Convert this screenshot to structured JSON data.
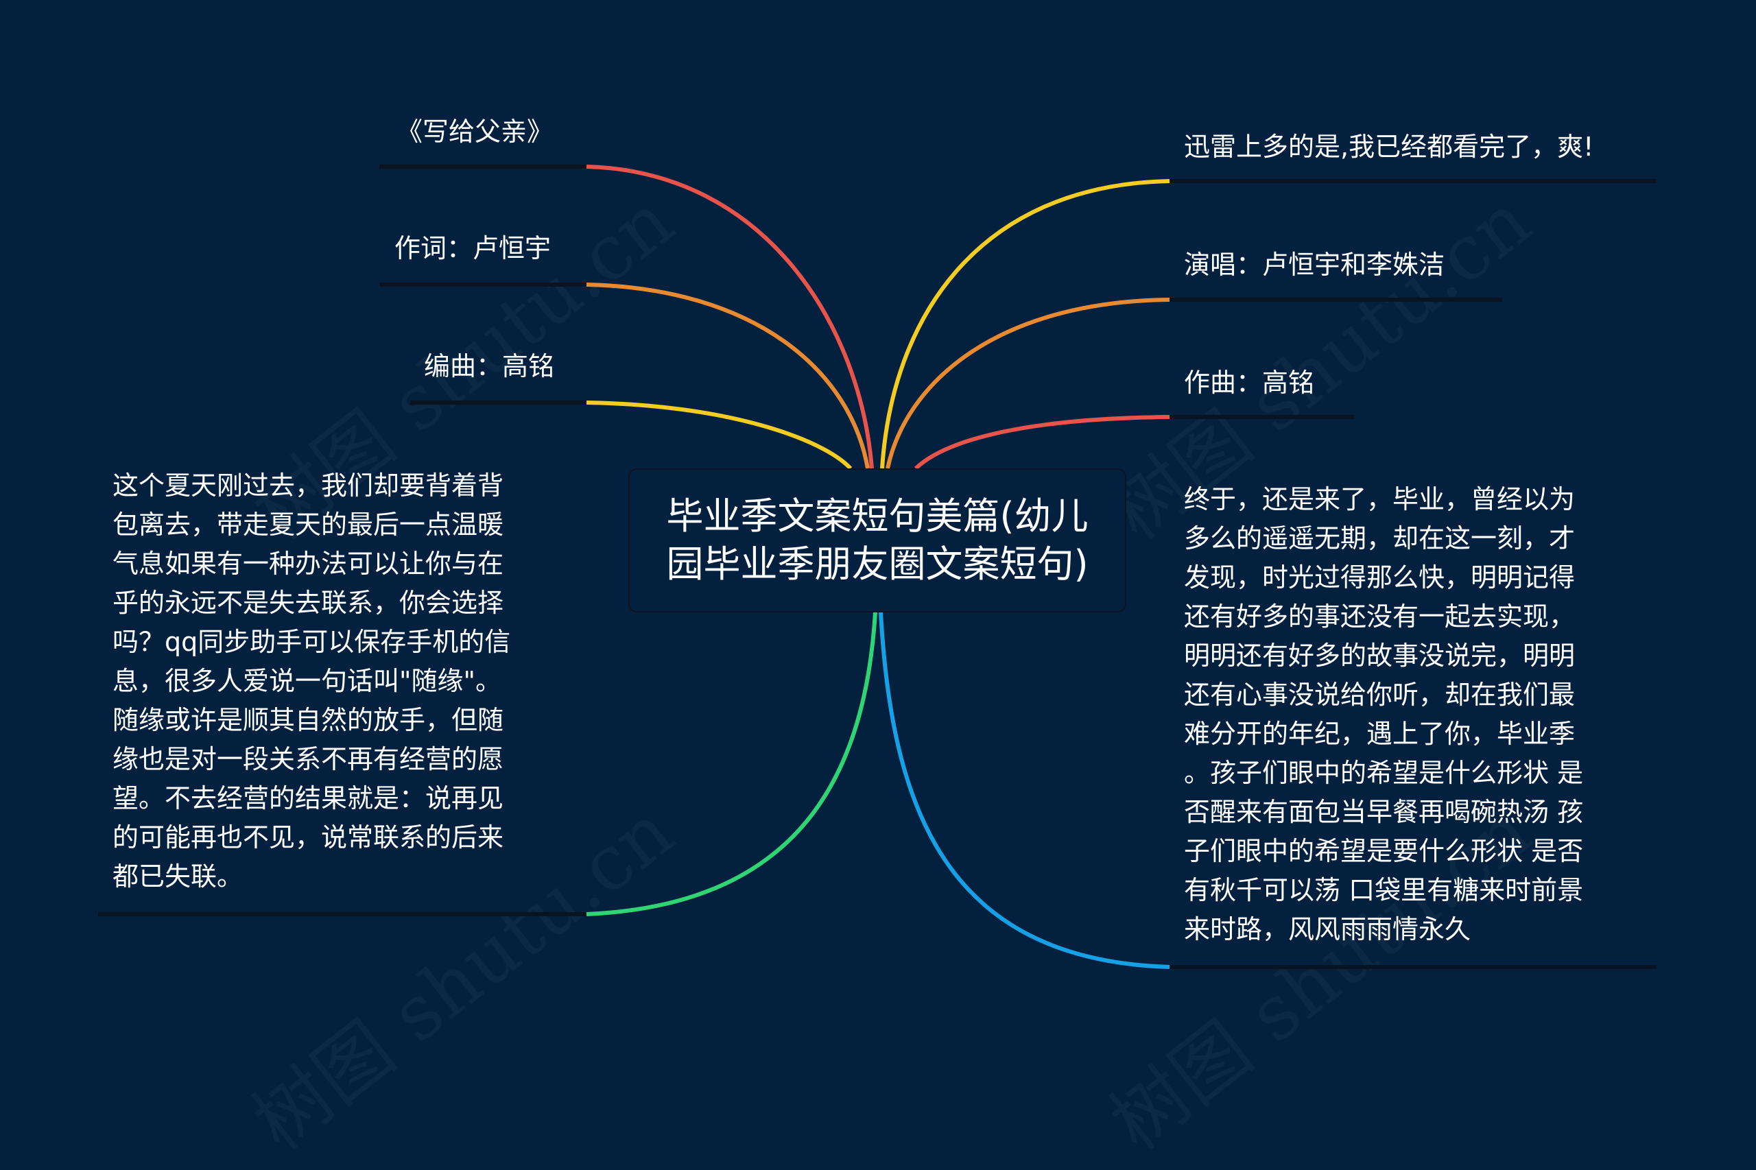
{
  "colors": {
    "background": "#03213f",
    "underline": "#0b1320",
    "red": "#e8534a",
    "orange": "#ea8a30",
    "yellow": "#f4cc22",
    "green": "#2fd573",
    "blue": "#16a0e6",
    "text": "#ffffff"
  },
  "center": {
    "title": "毕业季文案短句美篇(幼儿园毕业季朋友圈文案短句)"
  },
  "left": {
    "items": [
      {
        "label": "《写给父亲》",
        "color": "red"
      },
      {
        "label": "作词：卢恒宇",
        "color": "orange"
      },
      {
        "label": "编曲：高铭",
        "color": "yellow"
      }
    ],
    "paragraph": {
      "color": "green",
      "lines": [
        "这个夏天刚过去，我们却要背着背",
        "包离去，带走夏天的最后一点温暖",
        "气息如果有一种办法可以让你与在",
        "乎的永远不是失去联系，你会选择",
        "吗？qq同步助手可以保存手机的信",
        "息，很多人爱说一句话叫\"随缘\"。",
        "随缘或许是顺其自然的放手，但随",
        "缘也是对一段关系不再有经营的愿",
        "望。不去经营的结果就是：说再见",
        "的可能再也不见，说常联系的后来",
        "都已失联。"
      ]
    }
  },
  "right": {
    "items": [
      {
        "label": "迅雷上多的是,我已经都看完了，爽!",
        "color": "yellow"
      },
      {
        "label": "演唱：卢恒宇和李姝洁",
        "color": "orange"
      },
      {
        "label": "作曲：高铭",
        "color": "red"
      }
    ],
    "paragraph": {
      "color": "blue",
      "lines": [
        "终于，还是来了，毕业，曾经以为",
        "多么的遥遥无期，却在这一刻，才",
        "发现，时光过得那么快，明明记得",
        "还有好多的事还没有一起去实现，",
        "明明还有好多的故事没说完，明明",
        "还有心事没说给你听，却在我们最",
        "难分开的年纪，遇上了你，毕业季",
        "。孩子们眼中的希望是什么形状 是",
        "否醒来有面包当早餐再喝碗热汤 孩",
        "子们眼中的希望是要什么形状 是否",
        "有秋千可以荡 口袋里有糖来时前景",
        "来时路，风风雨雨情永久"
      ]
    }
  },
  "watermark": {
    "text": "树图 shutu.cn"
  }
}
